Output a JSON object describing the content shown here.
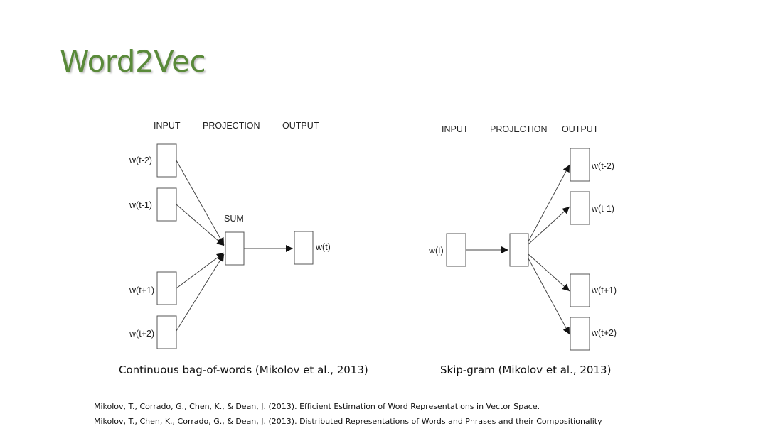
{
  "title": "Word2Vec",
  "accent_color": "#5a8a3a",
  "cbow": {
    "header_input": "INPUT",
    "header_projection": "PROJECTION",
    "header_output": "OUTPUT",
    "sum_label": "SUM",
    "inputs": [
      "w(t-2)",
      "w(t-1)",
      "w(t+1)",
      "w(t+2)"
    ],
    "output": "w(t)",
    "caption": "Continuous bag-of-words (Mikolov et al., 2013)"
  },
  "skipgram": {
    "header_input": "INPUT",
    "header_projection": "PROJECTION",
    "header_output": "OUTPUT",
    "input": "w(t)",
    "outputs": [
      "w(t-2)",
      "w(t-1)",
      "w(t+1)",
      "w(t+2)"
    ],
    "caption": "Skip-gram (Mikolov et al., 2013)"
  },
  "references": [
    "Mikolov, T., Corrado, G., Chen, K., & Dean, J. (2013). Efficient Estimation of Word Representations in Vector Space.",
    "Mikolov, T., Chen, K., Corrado, G., & Dean, J. (2013). Distributed Representations of Words and Phrases and their Compositionality"
  ]
}
